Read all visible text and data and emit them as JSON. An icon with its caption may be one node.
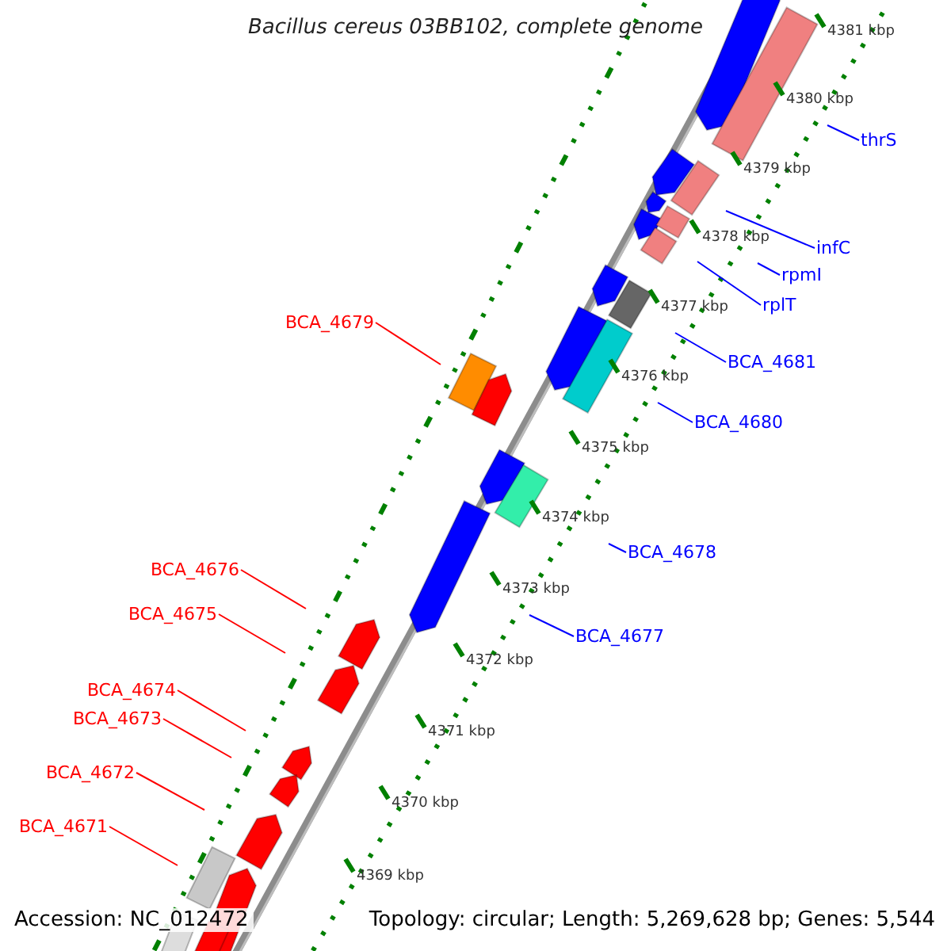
{
  "diagram": {
    "title": "Bacillus cereus 03BB102, complete genome",
    "nodes": [
      {
        "text": [
          "thrS"
        ]
      },
      {
        "text": [
          "infC"
        ]
      },
      {
        "text": [
          "rpmI"
        ]
      },
      {
        "text": [
          "rplT"
        ]
      },
      {
        "text": [
          "BCA_4679"
        ]
      },
      {
        "text": [
          "BCA_4681"
        ]
      },
      {
        "text": [
          "BCA_4680"
        ]
      },
      {
        "text": [
          "BCA_4678"
        ]
      },
      {
        "text": [
          "BCA_4676"
        ]
      },
      {
        "text": [
          "BCA_4675"
        ]
      },
      {
        "text": [
          "BCA_4677"
        ]
      },
      {
        "text": [
          "BCA_4674"
        ]
      },
      {
        "text": [
          "BCA_4673"
        ]
      },
      {
        "text": [
          "BCA_4672"
        ]
      },
      {
        "text": [
          "BCA_4671"
        ]
      }
    ],
    "edges": [
      {
        "from": 0,
        "to": null,
        "arrow": "none"
      },
      {
        "from": 1,
        "to": null,
        "arrow": "none"
      },
      {
        "from": 2,
        "to": null,
        "arrow": "none"
      },
      {
        "from": 3,
        "to": null,
        "arrow": "none"
      },
      {
        "from": 4,
        "to": null,
        "arrow": "none",
        "color": "#ff0000"
      },
      {
        "from": 5,
        "to": null,
        "arrow": "none"
      },
      {
        "from": 6,
        "to": null,
        "arrow": "none"
      },
      {
        "from": 7,
        "to": null,
        "arrow": "none"
      },
      {
        "from": 8,
        "to": null,
        "arrow": "none",
        "color": "#ff0000"
      },
      {
        "from": 9,
        "to": null,
        "arrow": "none",
        "color": "#ff0000"
      },
      {
        "from": 10,
        "to": null,
        "arrow": "none"
      },
      {
        "from": 11,
        "to": null,
        "arrow": "none",
        "color": "#ff0000"
      },
      {
        "from": 12,
        "to": null,
        "arrow": "none",
        "color": "#ff0000"
      },
      {
        "from": 13,
        "to": null,
        "arrow": "none",
        "color": "#ff0000"
      },
      {
        "from": 14,
        "to": null,
        "arrow": "none",
        "color": "#ff0000"
      }
    ],
    "labels": [
      "4381 kbp",
      "4380 kbp",
      "4379 kbp",
      "4378 kbp",
      "4377 kbp",
      "4376 kbp",
      "4375 kbp",
      "4374 kbp",
      "4373 kbp",
      "4372 kbp",
      "4371 kbp",
      "4370 kbp",
      "4369 kbp",
      "Accession: NC_012472",
      "Topology: circular; Length: 5,269,628 bp; Genes: 5,544"
    ]
  }
}
